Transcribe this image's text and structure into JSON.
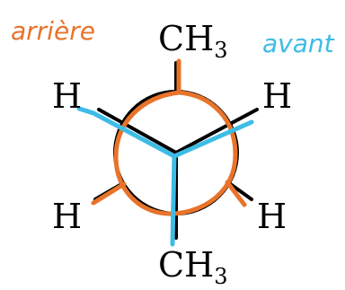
{
  "annotations": {
    "back_label": "arrière",
    "front_label": "avant"
  },
  "atoms": {
    "top_group": "CH",
    "top_subscript": "3",
    "bottom_group": "CH",
    "bottom_subscript": "3",
    "left_top": "H",
    "right_top": "H",
    "left_bottom": "H",
    "right_bottom": "H"
  },
  "colors": {
    "back_highlight": "#e8732a",
    "front_highlight": "#3dbce6",
    "ink": "#000000"
  }
}
